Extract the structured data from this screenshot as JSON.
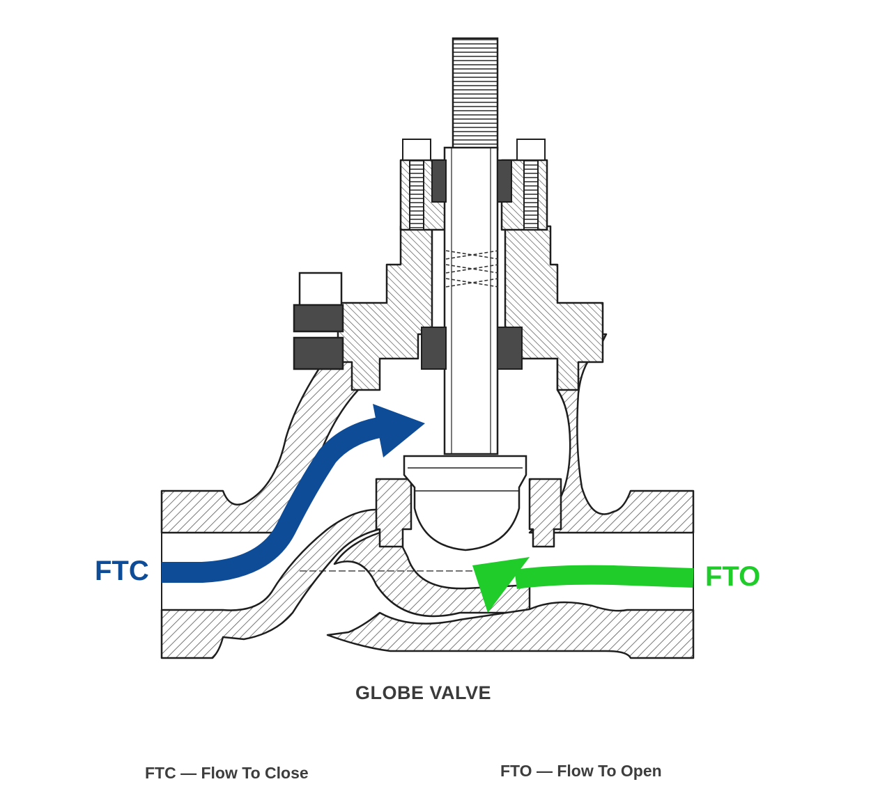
{
  "diagram": {
    "title": "GLOBE VALVE",
    "flows": {
      "ftc": {
        "label": "FTC",
        "color": "#0f4c97"
      },
      "fto": {
        "label": "FTO",
        "color": "#1fcc2a"
      }
    },
    "legend": {
      "ftc": "FTC — Flow To Close",
      "fto": "FTO — Flow To Open"
    },
    "style": {
      "line_color": "#1e1e1e",
      "hatch_color": "#555555",
      "dark_part_color": "#4a4a4a"
    }
  }
}
